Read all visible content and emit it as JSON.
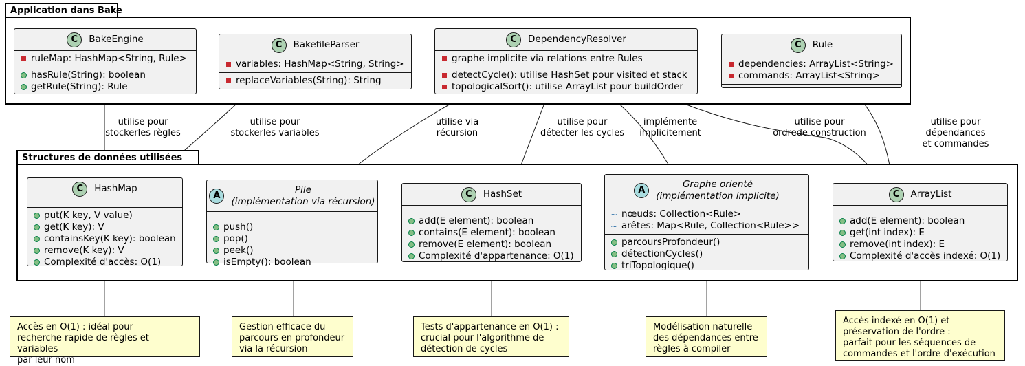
{
  "packages": {
    "app": "Application dans Bake",
    "structures": "Structures de données utilisées"
  },
  "classes": {
    "bake_engine": {
      "badge": "C",
      "name": "BakeEngine",
      "fields": [
        "ruleMap: HashMap<String, Rule>"
      ],
      "methods": [
        "hasRule(String): boolean",
        "getRule(String): Rule"
      ]
    },
    "bakefile_parser": {
      "badge": "C",
      "name": "BakefileParser",
      "fields": [
        "variables: HashMap<String, String>"
      ],
      "methods": [
        "replaceVariables(String): String"
      ]
    },
    "dependency_resolver": {
      "badge": "C",
      "name": "DependencyResolver",
      "fields": [
        "graphe implicite via relations entre Rules"
      ],
      "methods": [
        "detectCycle(): utilise HashSet pour visited et stack",
        "topologicalSort(): utilise ArrayList pour buildOrder"
      ]
    },
    "rule": {
      "badge": "C",
      "name": "Rule",
      "fields": [
        "dependencies: ArrayList<String>",
        "commands: ArrayList<String>"
      ]
    },
    "hashmap": {
      "badge": "C",
      "name": "HashMap",
      "methods": [
        "put(K key, V value)",
        "get(K key): V",
        "containsKey(K key): boolean",
        "remove(K key): V",
        "Complexité d'accès: O(1)"
      ]
    },
    "pile": {
      "badge": "A",
      "name_line1": "Pile",
      "name_line2": "(implémentation via récursion)",
      "methods": [
        "push()",
        "pop()",
        "peek()",
        "isEmpty(): boolean"
      ]
    },
    "hashset": {
      "badge": "C",
      "name": "HashSet",
      "methods": [
        "add(E element): boolean",
        "contains(E element): boolean",
        "remove(E element): boolean",
        "Complexité d'appartenance: O(1)"
      ]
    },
    "graphe": {
      "badge": "A",
      "name_line1": "Graphe orienté",
      "name_line2": "(implémentation implicite)",
      "fields": [
        "nœuds: Collection<Rule>",
        "arêtes: Map<Rule, Collection<Rule>>"
      ],
      "methods": [
        "parcoursProfondeur()",
        "détectionCycles()",
        "triTopologique()"
      ]
    },
    "arraylist": {
      "badge": "C",
      "name": "ArrayList",
      "methods": [
        "add(E element): boolean",
        "get(int index): E",
        "remove(int index): E",
        "Complexité d'accès indexé: O(1)"
      ]
    }
  },
  "relations": {
    "engine_hashmap": "utilise pour\nstockerles règles",
    "parser_hashmap": "utilise pour\nstockerles variables",
    "resolver_pile": "utilise via\nrécursion",
    "resolver_hashset": "utilise pour\ndétecter les cycles",
    "resolver_graphe": "implémente\nimplicitement",
    "resolver_arraylist": "utilise pour\nordrede construction",
    "rule_arraylist": "utilise pour\ndépendances et commandes"
  },
  "notes": {
    "hashmap": "Accès en O(1) : idéal pour\nrecherche rapide de règles et variables\npar leur nom",
    "pile": "Gestion efficace du\nparcours en profondeur\nvia la récursion",
    "hashset": "Tests d'appartenance en O(1) :\ncrucial pour l'algorithme de\ndétection de cycles",
    "graphe": "Modélisation naturelle\ndes dépendances entre\nrègles à compiler",
    "arraylist": "Accès indexé en O(1) et\npréservation de l'ordre :\nparfait pour les séquences de\ncommandes et l'ordre d'exécution"
  }
}
